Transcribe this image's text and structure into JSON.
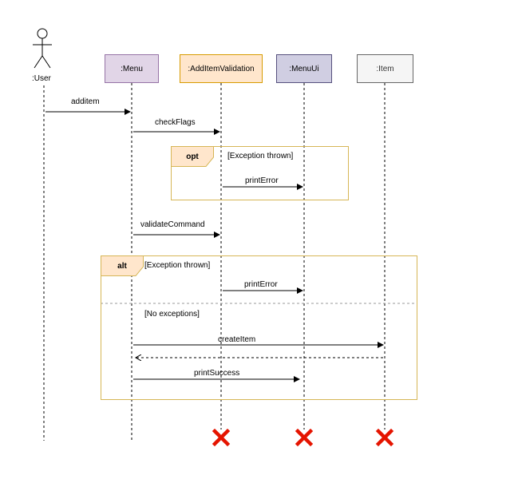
{
  "participants": {
    "user": ":User",
    "menu": ":Menu",
    "validation": ":AddItemValidation",
    "menuui": ":MenuUi",
    "item": ":Item"
  },
  "messages": {
    "additem": "additem",
    "checkflags": "checkFlags",
    "print_error_1": "printError",
    "validate": "validateCommand",
    "print_error_2": "printError",
    "create_item": "createItem",
    "print_success": "printSuccess"
  },
  "fragments": {
    "opt_label": "opt",
    "opt_guard": "[Exception thrown]",
    "alt_label": "alt",
    "alt_guard_1": "[Exception thrown]",
    "alt_guard_2": "[No exceptions]"
  },
  "colors": {
    "menu_fill": "#e1d5e7",
    "menu_stroke": "#9673a6",
    "validation_fill": "#ffe6cc",
    "validation_stroke": "#d79b00",
    "menuui_fill": "#d0cee2",
    "menuui_stroke": "#56517e",
    "item_fill": "#f5f5f5",
    "item_stroke": "#666666",
    "frame_stroke": "#d6b656",
    "destroy": "#e51400"
  }
}
